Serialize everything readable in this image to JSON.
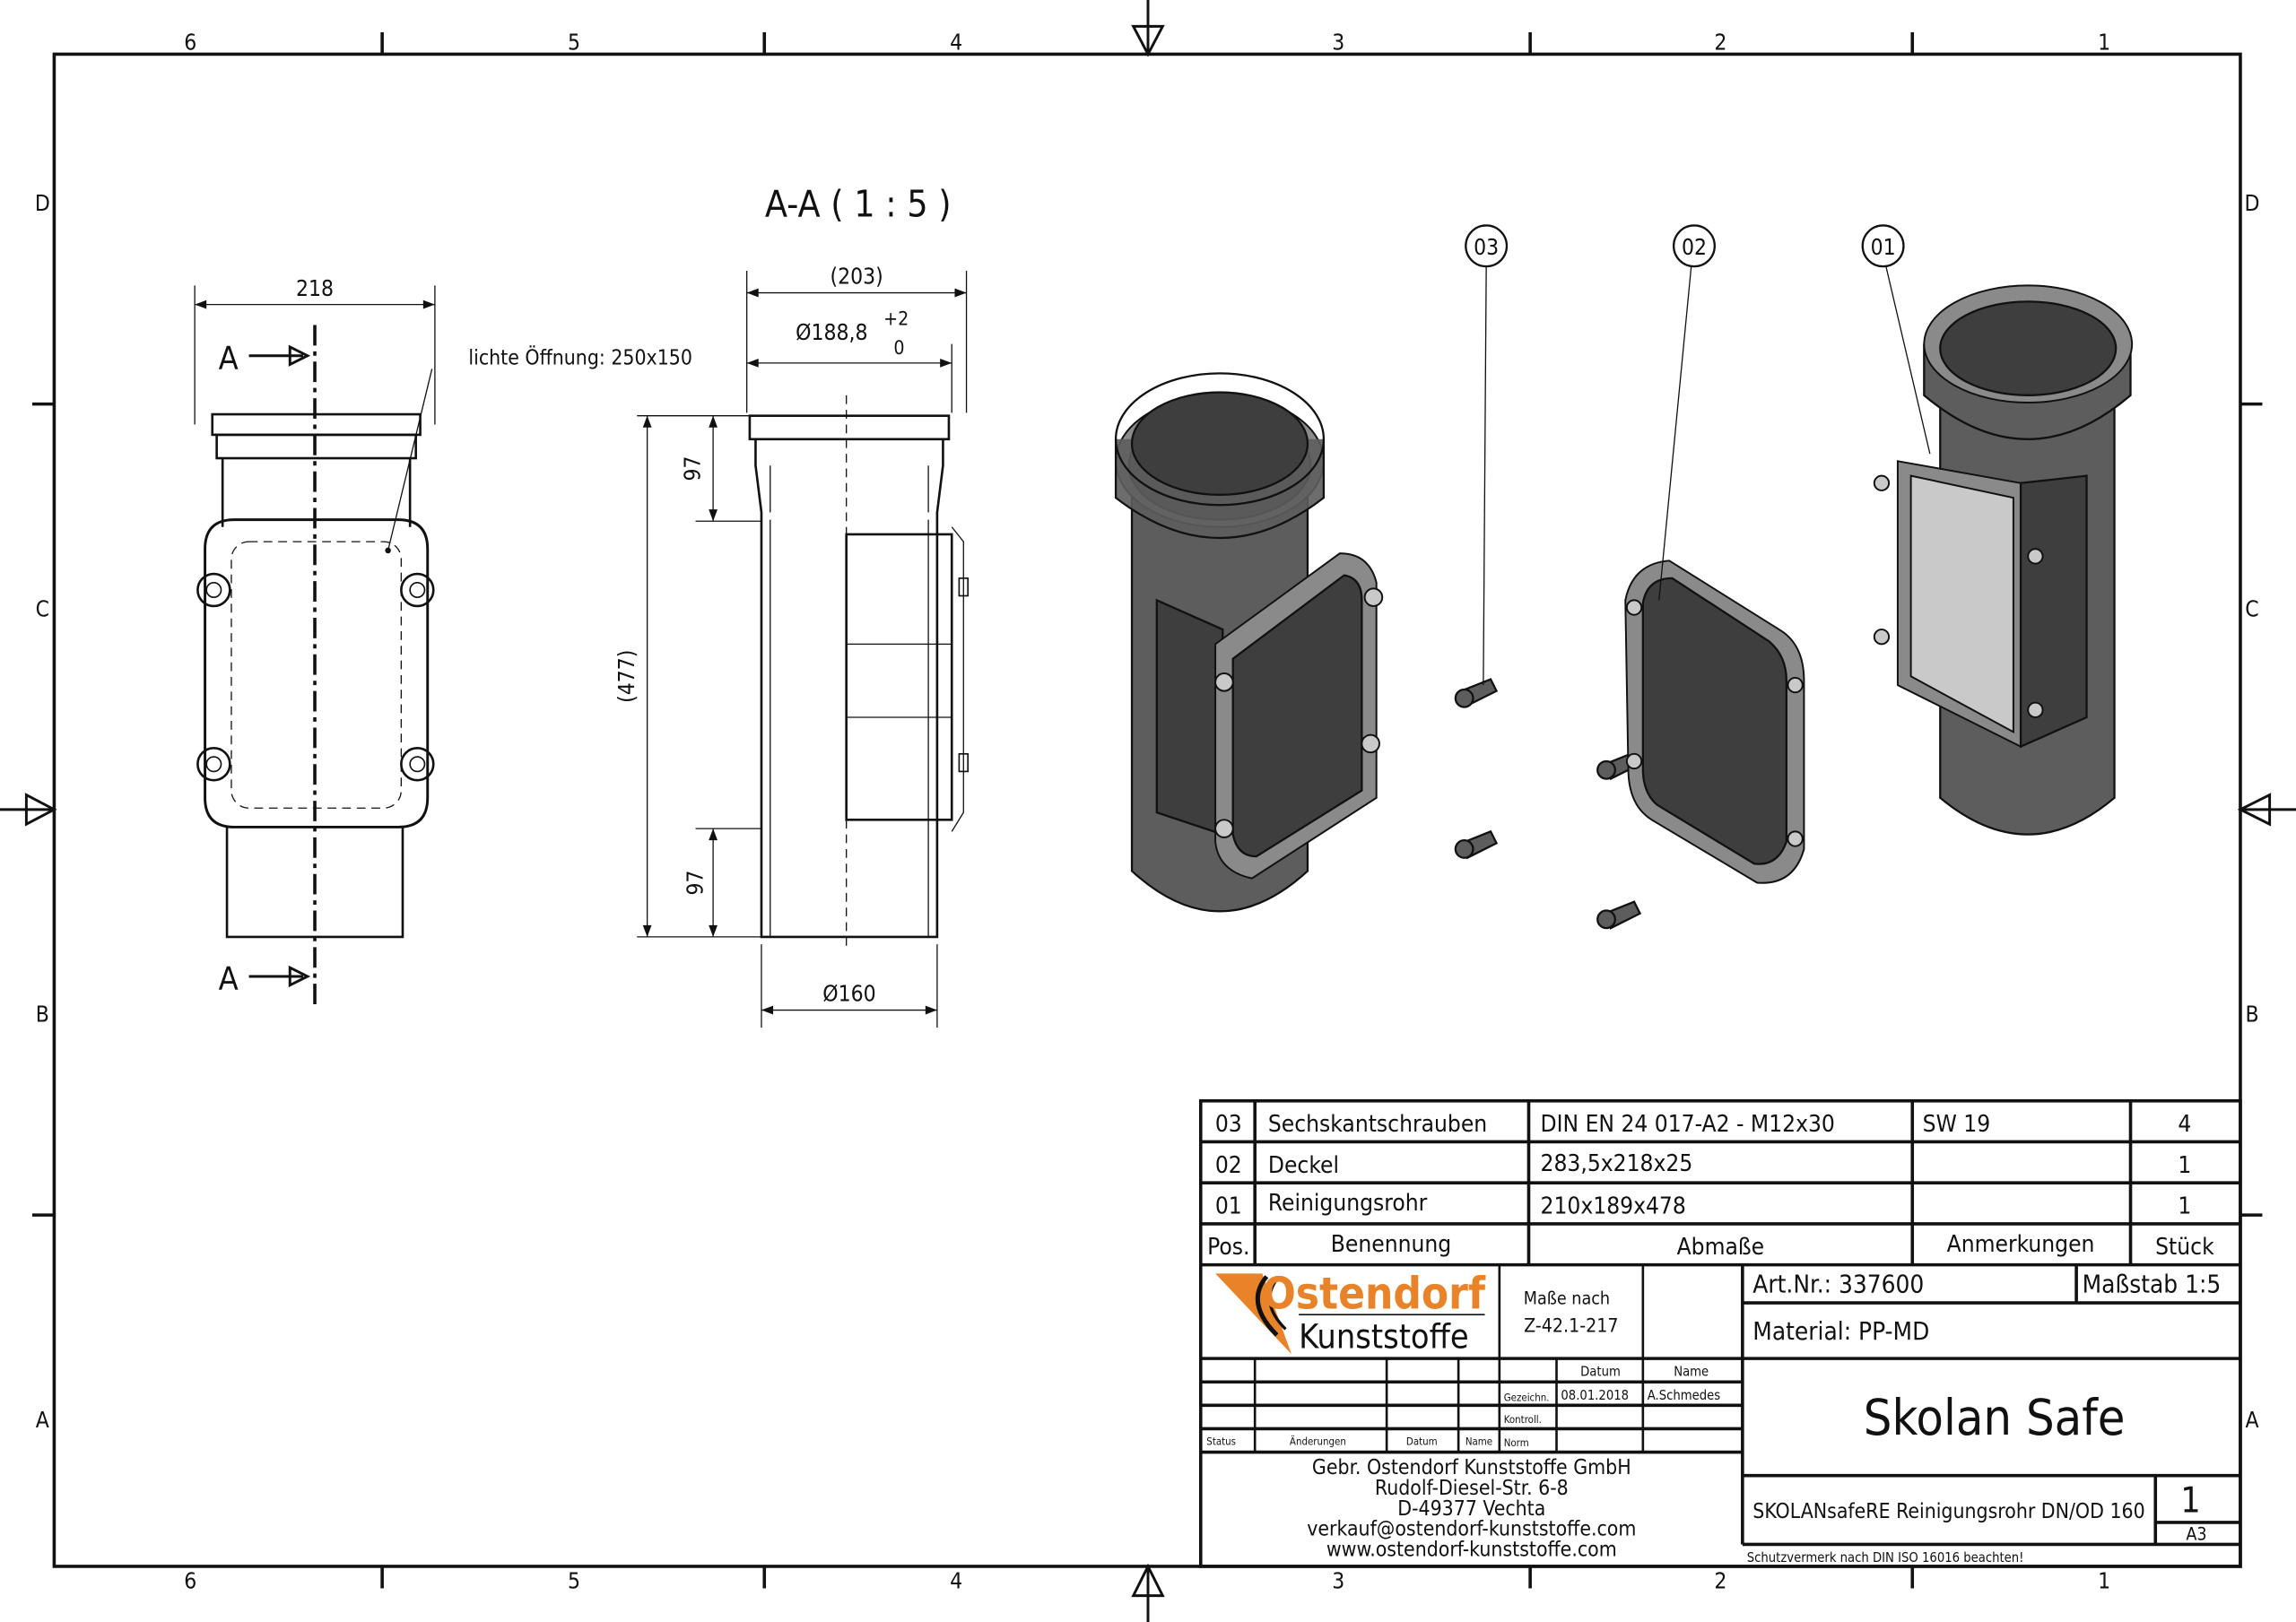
{
  "frame": {
    "columns": [
      "6",
      "5",
      "4",
      "3",
      "2",
      "1"
    ],
    "rows": [
      "D",
      "C",
      "B",
      "A"
    ]
  },
  "views": {
    "section_title": "A-A ( 1 : 5 )",
    "front": {
      "width_dim": "218",
      "opening_note": "lichte Öffnung: 250x150",
      "section_mark_top": "A",
      "section_mark_bottom": "A"
    },
    "section": {
      "overall_width": "(203)",
      "socket_diameter": "Ø188,8",
      "tol_upper": "+2",
      "tol_lower": "0",
      "upper_length": "97",
      "lower_length": "97",
      "total_height": "(477)",
      "pipe_diameter": "Ø160"
    }
  },
  "balloons": [
    "03",
    "02",
    "01"
  ],
  "parts_list": {
    "rows": [
      {
        "pos": "03",
        "name": "Sechskantschrauben",
        "dims": "DIN EN 24 017-A2 - M12x30",
        "notes": "SW 19",
        "qty": "4"
      },
      {
        "pos": "02",
        "name": "Deckel",
        "dims": "283,5x218x25",
        "notes": "",
        "qty": "1"
      },
      {
        "pos": "01",
        "name": "Reinigungsrohr",
        "dims": "210x189x478",
        "notes": "",
        "qty": "1"
      }
    ],
    "header": {
      "pos": "Pos.",
      "name": "Benennung",
      "dims": "Abmaße",
      "notes": "Anmerkungen",
      "qty": "Stück"
    }
  },
  "title_block": {
    "logo_top": "Ostendorf",
    "logo_bottom": "Kunststoffe",
    "dims_note_1": "Maße nach",
    "dims_note_2": "Z-42.1-217",
    "col_datum": "Datum",
    "col_name": "Name",
    "drawn_label": "Gezeichn.",
    "drawn_date": "08.01.2018",
    "drawn_name": "A.Schmedes",
    "checked_label": "Kontroll.",
    "norm_label": "Norm",
    "status_label": "Status",
    "changes_label": "Änderungen",
    "changes_date_label": "Datum",
    "changes_name_label": "Name",
    "company": [
      "Gebr. Ostendorf Kunststoffe GmbH",
      "Rudolf-Diesel-Str. 6-8",
      "D-49377 Vechta",
      "verkauf@ostendorf-kunststoffe.com",
      "www.ostendorf-kunststoffe.com"
    ],
    "art_nr": "Art.Nr.: 337600",
    "scale": "Maßstab 1:5",
    "material": "Material: PP-MD",
    "product": "Skolan Safe",
    "description": "SKOLANsafeRE Reinigungsrohr DN/OD 160",
    "sheet": "1",
    "format": "A3",
    "protection_note": "Schutzvermerk nach DIN ISO 16016 beachten!"
  },
  "colors": {
    "logo_orange": "#e8832a",
    "line": "#111111"
  }
}
